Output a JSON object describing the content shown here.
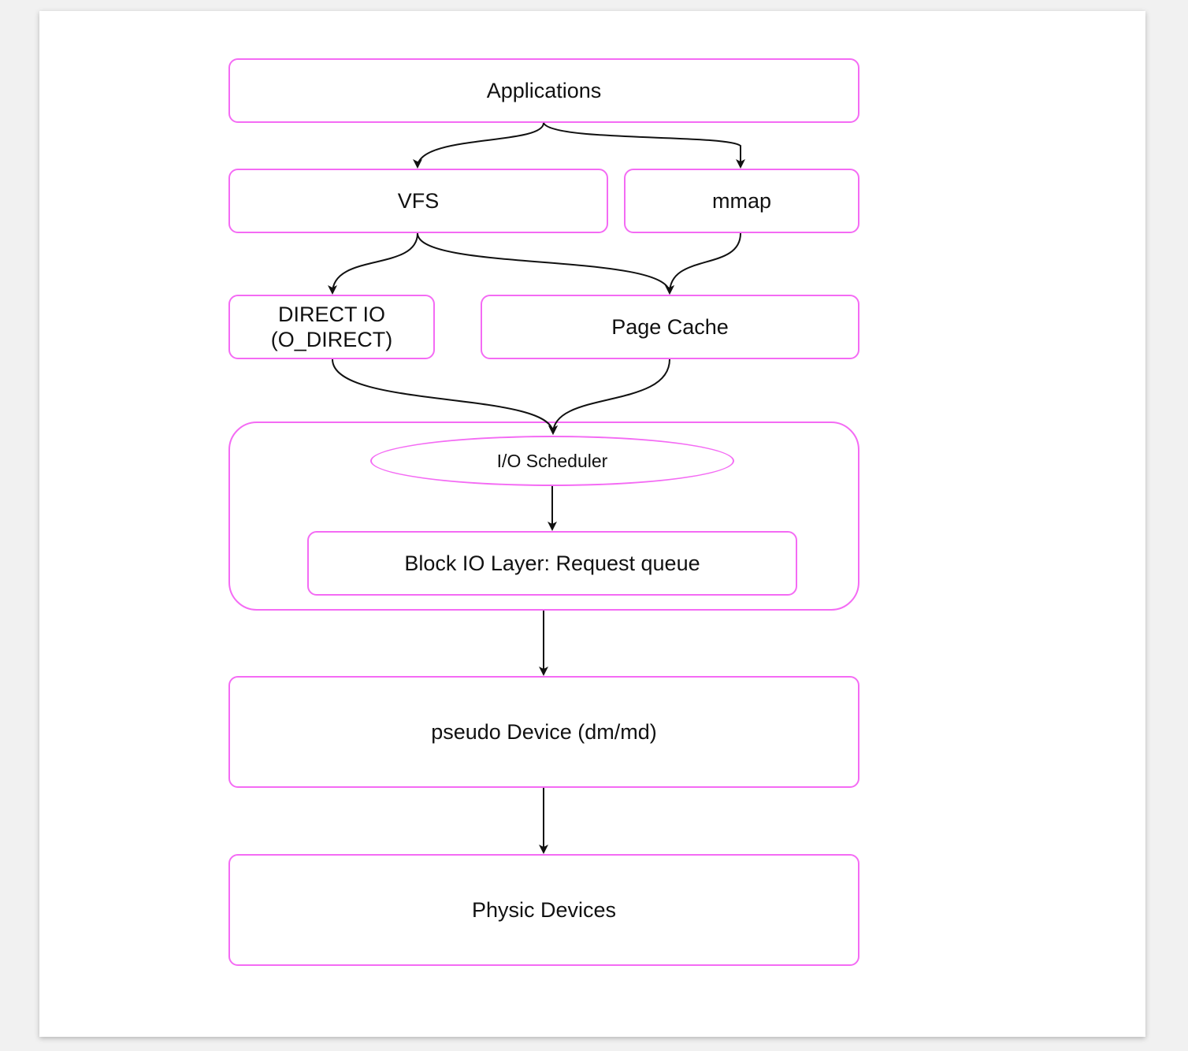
{
  "diagram": {
    "colors": {
      "node_border": "#f46bf4",
      "edge": "#111111",
      "text": "#111111",
      "background": "#ffffff"
    },
    "nodes": {
      "applications": "Applications",
      "vfs": "VFS",
      "mmap": "mmap",
      "direct_io": "DIRECT IO\n(O_DIRECT)",
      "page_cache": "Page Cache",
      "io_scheduler": "I/O Scheduler",
      "block_io": "Block IO Layer: Request queue",
      "pseudo_device": "pseudo Device (dm/md)",
      "physic_devices": "Physic Devices"
    },
    "edges": [
      {
        "from": "applications",
        "to": "vfs"
      },
      {
        "from": "applications",
        "to": "mmap"
      },
      {
        "from": "vfs",
        "to": "direct_io"
      },
      {
        "from": "vfs",
        "to": "page_cache"
      },
      {
        "from": "mmap",
        "to": "page_cache"
      },
      {
        "from": "direct_io",
        "to": "io_scheduler"
      },
      {
        "from": "page_cache",
        "to": "io_scheduler"
      },
      {
        "from": "io_scheduler",
        "to": "block_io"
      },
      {
        "from": "block_io_container",
        "to": "pseudo_device"
      },
      {
        "from": "pseudo_device",
        "to": "physic_devices"
      }
    ]
  }
}
